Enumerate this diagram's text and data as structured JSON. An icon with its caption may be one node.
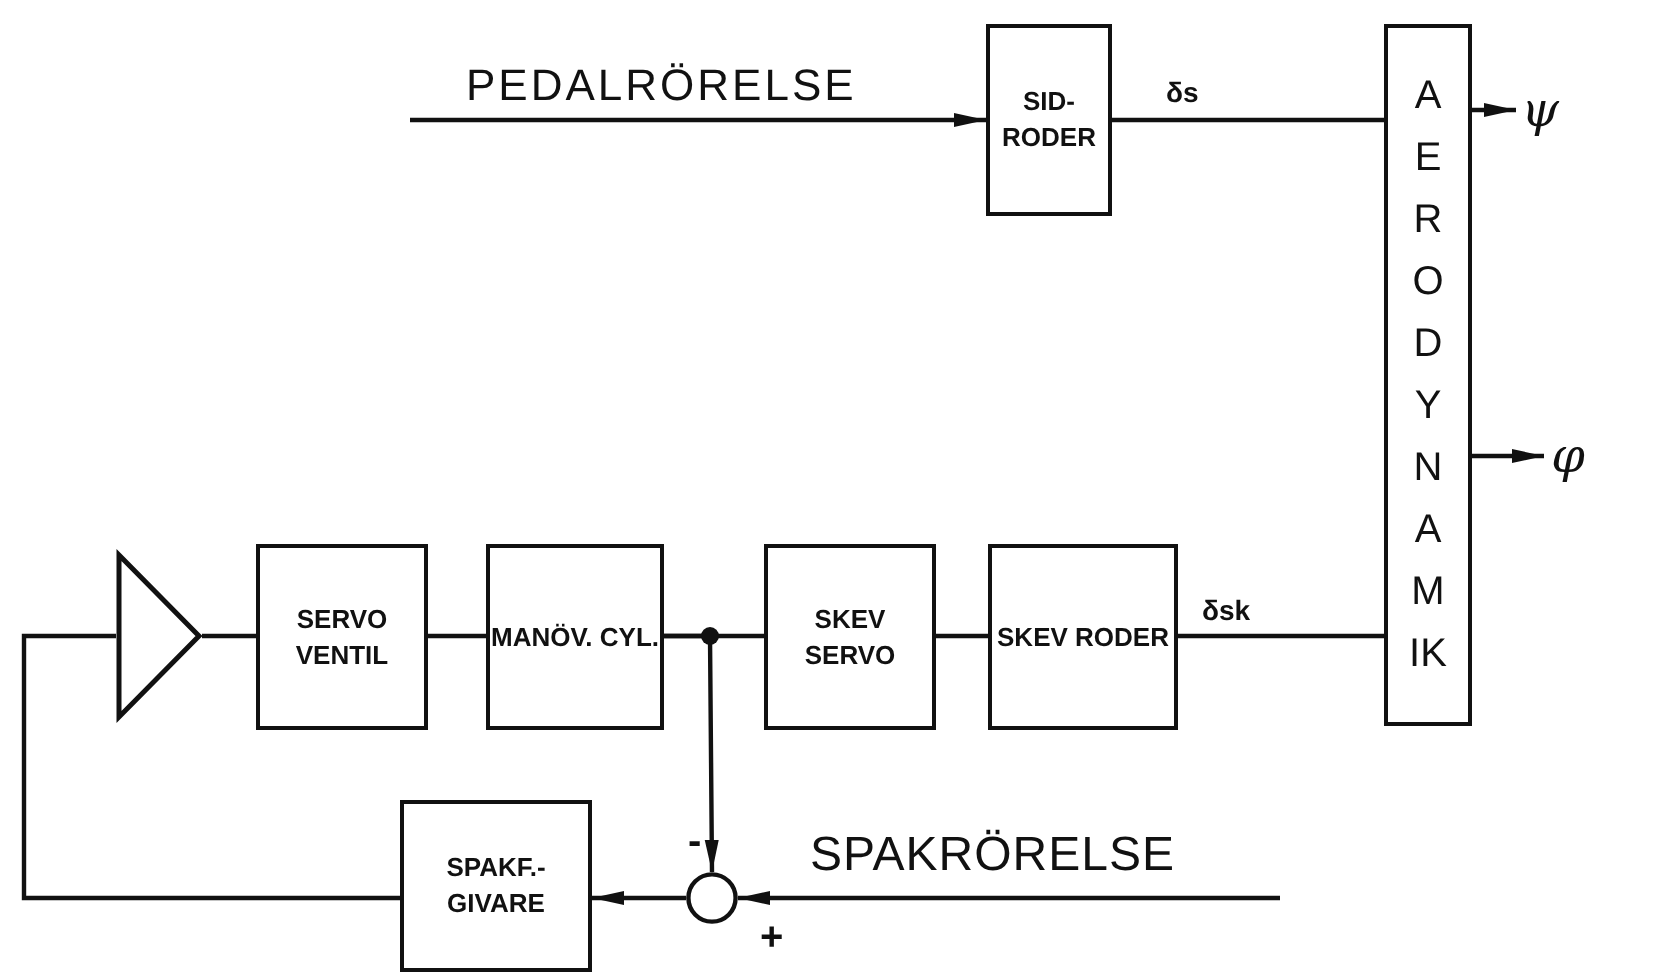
{
  "diagram": {
    "nodes": [
      {
        "text": [
          "SID- RODER"
        ]
      },
      {
        "text": [
          "AERODYNAMIK"
        ]
      },
      {
        "text": [
          "ψ"
        ]
      },
      {
        "text": [
          "φ"
        ]
      },
      {
        "text": [],
        "shape": "triangle"
      },
      {
        "text": [
          "SERVO VENTIL"
        ]
      },
      {
        "text": [
          "MANÖV. CYL."
        ]
      },
      {
        "text": [
          "SKEV SERVO"
        ]
      },
      {
        "text": [
          "SKEV RODER"
        ]
      },
      {
        "text": [
          "SPAKF.- GIVARE"
        ]
      },
      {
        "text": [],
        "shape": "circle"
      }
    ],
    "edges": [
      {
        "from": null,
        "to": 0,
        "arrow": "to",
        "label": "PEDALRÖRELSE"
      },
      {
        "from": 0,
        "to": 1,
        "arrow": "none",
        "label": "δs"
      },
      {
        "from": 1,
        "to": 2,
        "arrow": "to"
      },
      {
        "from": 1,
        "to": 3,
        "arrow": "to"
      },
      {
        "from": 4,
        "to": 5,
        "arrow": "none"
      },
      {
        "from": 5,
        "to": 6,
        "arrow": "none"
      },
      {
        "from": 6,
        "to": 7,
        "arrow": "none"
      },
      {
        "from": 6,
        "to": 10,
        "arrow": "to"
      },
      {
        "from": 7,
        "to": 8,
        "arrow": "none"
      },
      {
        "from": 8,
        "to": 1,
        "arrow": "none",
        "label": "δsk"
      },
      {
        "from": null,
        "to": 10,
        "arrow": "to",
        "label": "SPAKRÖRELSE"
      },
      {
        "from": 10,
        "to": 9,
        "arrow": "to"
      },
      {
        "from": 9,
        "to": 4,
        "arrow": "none"
      }
    ],
    "labels": [
      "-",
      "+"
    ]
  }
}
